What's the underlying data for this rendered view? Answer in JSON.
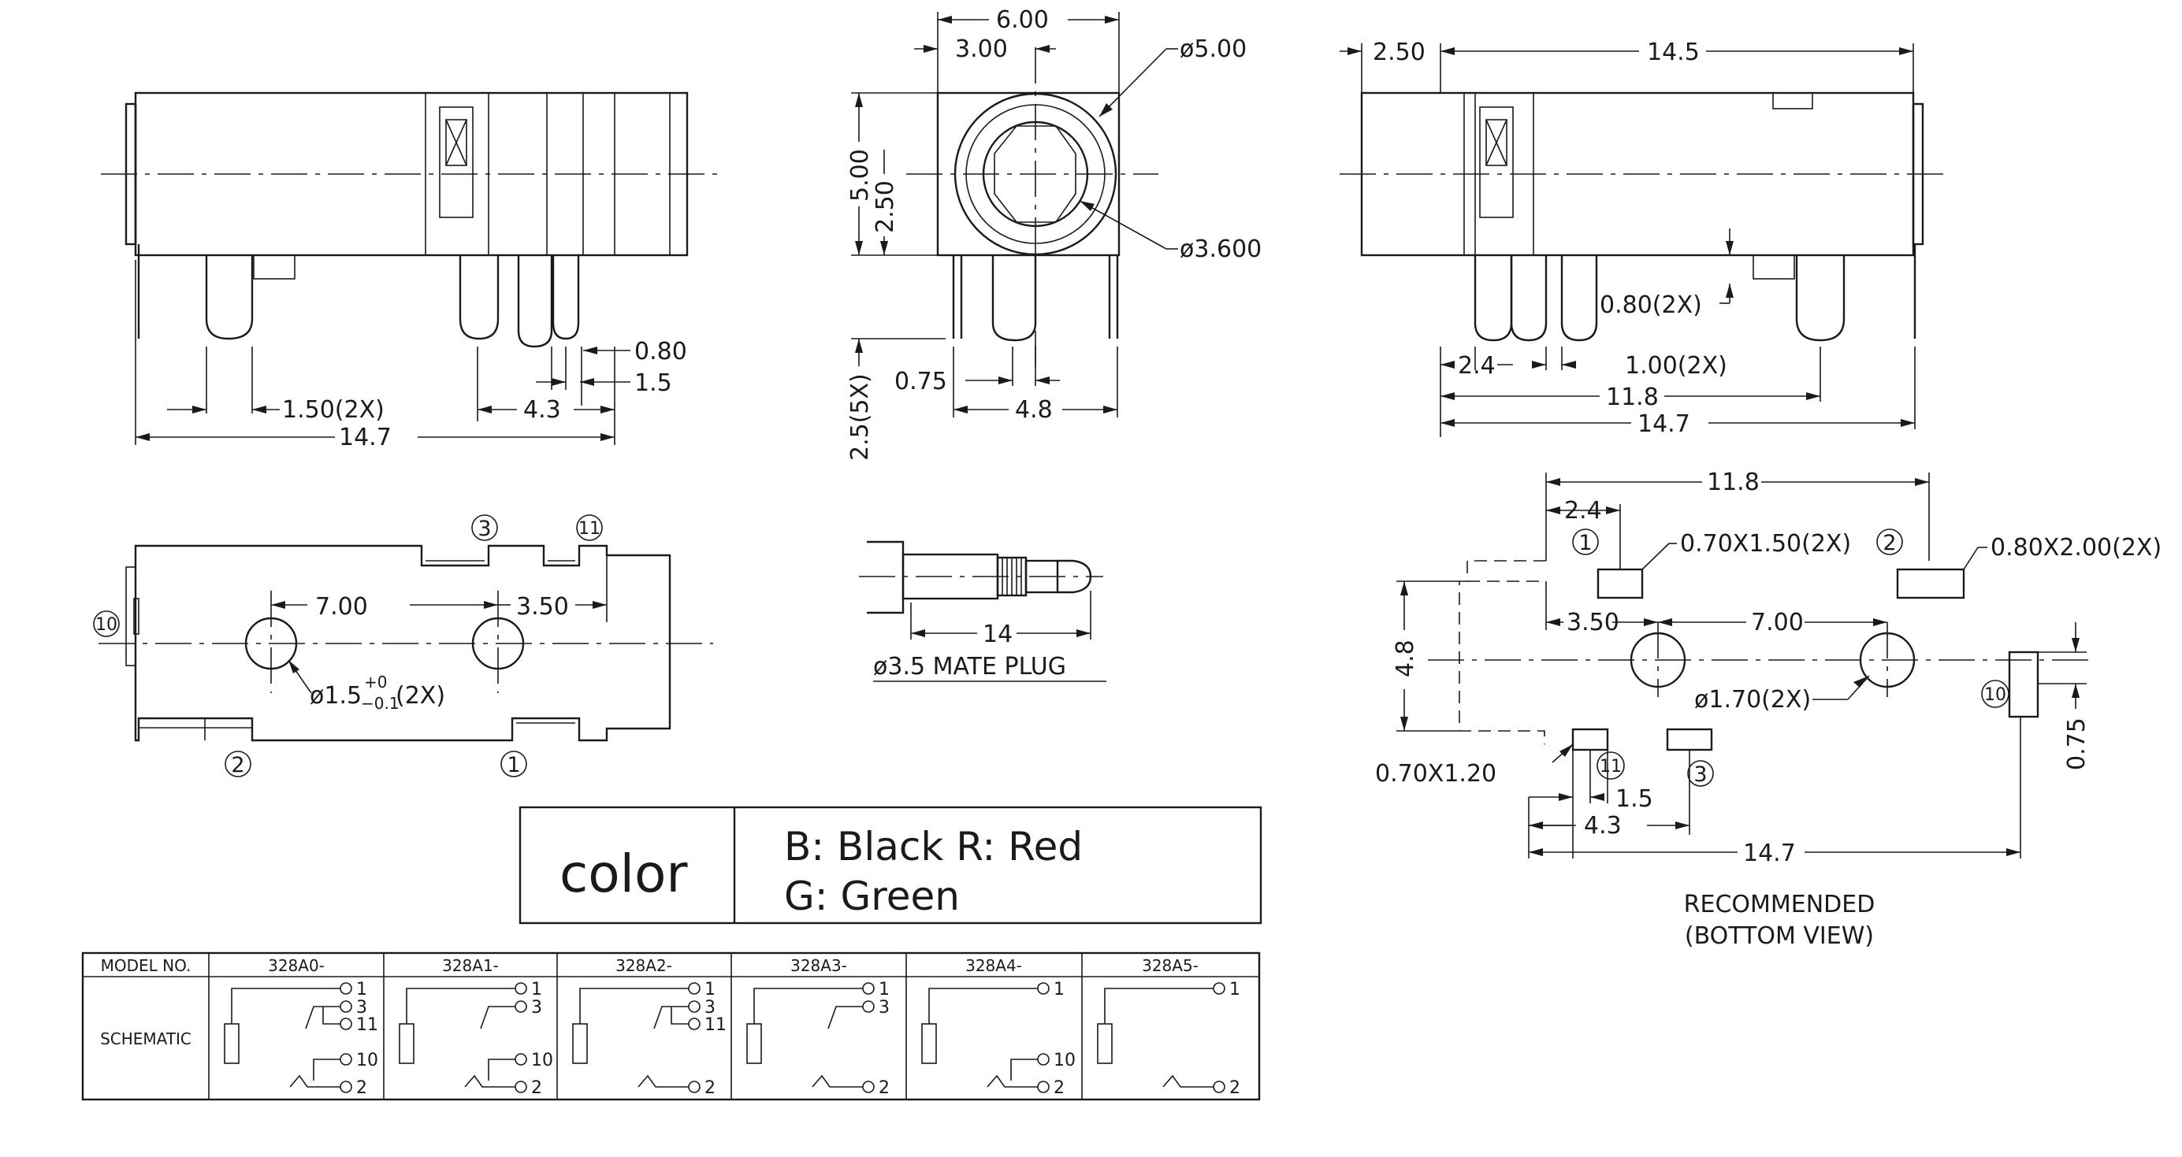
{
  "side_view": {
    "dim_080": "0.80",
    "dim_15": "1.5",
    "dim_150_2x": "1.50(2X)",
    "dim_43": "4.3",
    "dim_147": "14.7"
  },
  "front_view": {
    "dim_600": "6.00",
    "dim_300": "3.00",
    "dim_dia500": "ø5.00",
    "dim_500": "5.00",
    "dim_250": "2.50",
    "dim_dia3600": "ø3.600",
    "dim_075": "0.75",
    "dim_48": "4.8",
    "dim_25_5x": "2.5(5X)"
  },
  "rear_view": {
    "dim_250": "2.50",
    "dim_145": "14.5",
    "dim_080_2x": "0.80(2X)",
    "dim_24": "2.4",
    "dim_100_2x": "1.00(2X)",
    "dim_118": "11.8",
    "dim_147": "14.7"
  },
  "bottom_view": {
    "pin_3": "3",
    "pin_11": "11",
    "pin_10": "10",
    "pin_2": "2",
    "pin_1": "1",
    "dim_700": "7.00",
    "dim_350": "3.50",
    "hole_dia": "ø1.5",
    "hole_tol_plus": "+0",
    "hole_tol_minus": "−0.1",
    "hole_count": "(2X)"
  },
  "plug": {
    "dim_14": "14",
    "caption": "ø3.5 MATE PLUG"
  },
  "color_box": {
    "label": "color",
    "line1": "B: Black  R:  Red",
    "line2": "G: Green"
  },
  "pcb_layout": {
    "dim_118": "11.8",
    "dim_24": "2.4",
    "pin_1": "1",
    "pin_2": "2",
    "pad1": "0.70X1.50(2X)",
    "pad2": "0.80X2.00(2X)",
    "dim_350": "3.50",
    "dim_700": "7.00",
    "dim_48": "4.8",
    "hole": "ø1.70(2X)",
    "pin_10": "10",
    "dim_075": "0.75",
    "pad3": "0.70X1.20",
    "pin_11": "11",
    "pin_3": "3",
    "dim_15": "1.5",
    "dim_43": "4.3",
    "dim_147": "14.7",
    "caption1": "RECOMMENDED",
    "caption2": "(BOTTOM VIEW)"
  },
  "schematic_table": {
    "model_header": "MODEL NO.",
    "schematic_label": "SCHEMATIC",
    "models": [
      "328A0-",
      "328A1-",
      "328A2-",
      "328A3-",
      "328A4-",
      "328A5-"
    ],
    "pins": [
      [
        "1",
        "3",
        "11",
        "10",
        "2"
      ],
      [
        "1",
        "3",
        "10",
        "2"
      ],
      [
        "1",
        "3",
        "11",
        "2"
      ],
      [
        "1",
        "3",
        "2"
      ],
      [
        "1",
        "10",
        "2"
      ],
      [
        "1",
        "2"
      ]
    ]
  }
}
